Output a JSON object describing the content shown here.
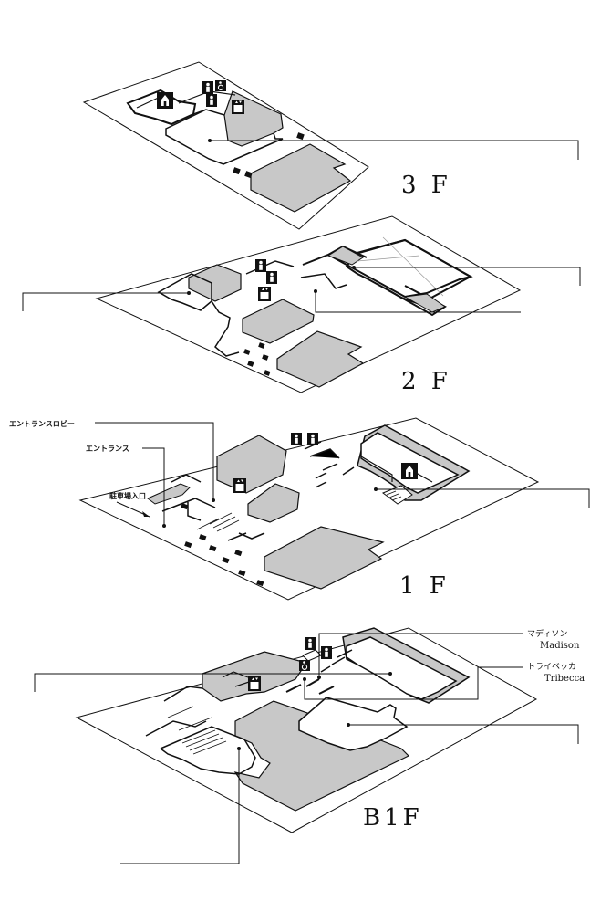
{
  "floors": {
    "f3": {
      "label": "3 F"
    },
    "f2": {
      "label": "2 F"
    },
    "f1": {
      "label": "1 F"
    },
    "b1": {
      "label": "B1F"
    }
  },
  "labels": {
    "entrance_lobby": "エントランスロビー",
    "entrance": "エントランス",
    "parking_entrance": "駐車場入口",
    "madison_jp": "マディソン",
    "madison_en": "Madison",
    "tribecca_jp": "トライベッカ",
    "tribecca_en": "Tribecca"
  },
  "icons": [
    "toilet-icon",
    "wheelchair-icon",
    "elevator-icon",
    "chapel-icon"
  ],
  "colors": {
    "fill": "#c8c8c8",
    "line": "#111111",
    "bg": "#ffffff"
  }
}
